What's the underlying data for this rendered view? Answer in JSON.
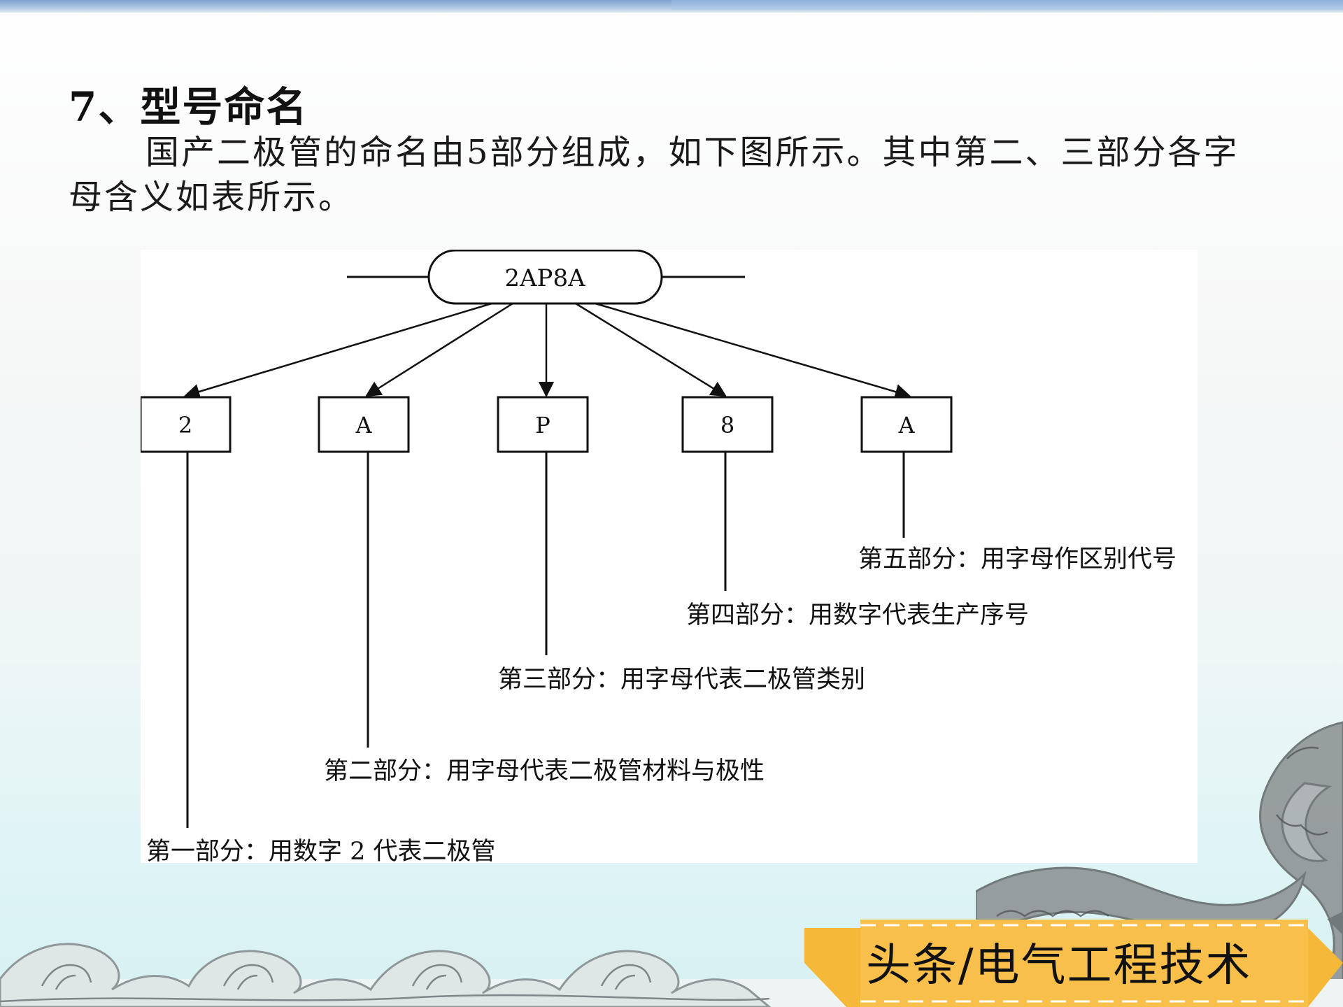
{
  "slide": {
    "heading": "7、型号命名",
    "paragraph": "国产二极管的命名由5部分组成，如下图所示。其中第二、三部分各字母含义如表所示。"
  },
  "diagram": {
    "model": "2AP8A",
    "parts": [
      {
        "code": "2",
        "description": "第一部分：用数字 2 代表二极管"
      },
      {
        "code": "A",
        "description": "第二部分：用字母代表二极管材料与极性"
      },
      {
        "code": "P",
        "description": "第三部分：用字母代表二极管类别"
      },
      {
        "code": "8",
        "description": "第四部分：用数字代表生产序号"
      },
      {
        "code": "A",
        "description": "第五部分：用字母作区别代号"
      }
    ]
  },
  "watermark": {
    "text": "头条/电气工程技术"
  },
  "colors": {
    "badge": "#f5b233",
    "line": "#111111",
    "wave": "#9aa3a5"
  }
}
